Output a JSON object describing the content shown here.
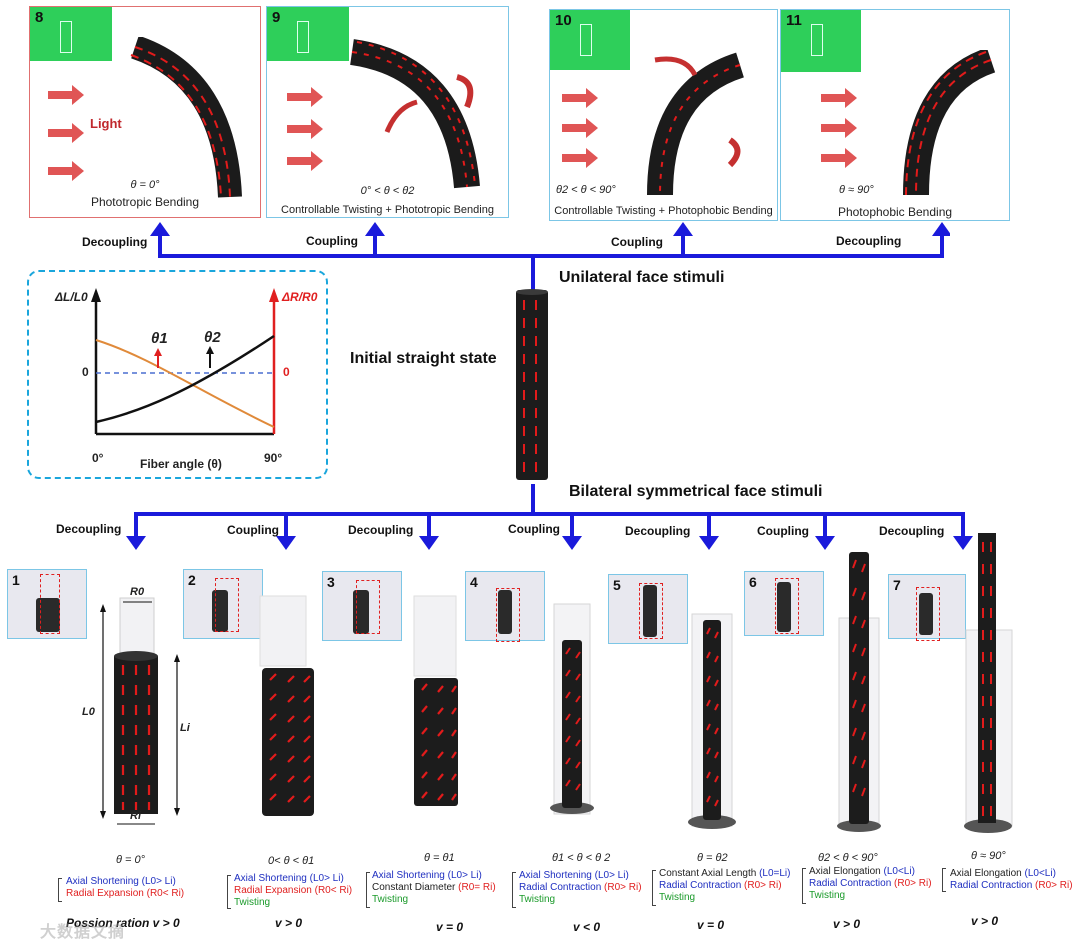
{
  "top_panels": [
    {
      "number": "8",
      "caption_theta": "θ = 0°",
      "caption": "Phototropic Bending",
      "light_label": "Light"
    },
    {
      "number": "9",
      "caption_theta": "0° < θ < θ2",
      "caption": "Controllable Twisting + Phototropic Bending"
    },
    {
      "number": "10",
      "caption_theta": "θ2 < θ < 90°",
      "caption": "Controllable Twisting + Photophobic Bending"
    },
    {
      "number": "11",
      "caption_theta": "θ ≈ 90°",
      "caption": "Photophobic Bending"
    }
  ],
  "top_links": [
    "Decoupling",
    "Coupling",
    "Coupling",
    "Decoupling"
  ],
  "unilateral_label": "Unilateral face stimuli",
  "initial_label": "Initial straight state",
  "bilateral_label": "Bilateral symmetrical face stimuli",
  "graph": {
    "y_left_label": "ΔL/L0",
    "y_right_label": "ΔR/R0",
    "zero_left": "0",
    "zero_right": "0",
    "theta1": "θ1",
    "theta2": "θ2",
    "x_start": "0°",
    "x_end": "90°",
    "x_label": "Fiber angle (θ)",
    "colors": {
      "dL": "#111111",
      "dR": "#e08a3a",
      "axis_right": "#e02020",
      "zero_line": "#4a6fd0",
      "border": "#1aa6dc"
    }
  },
  "bottom_links": [
    "Decoupling",
    "Coupling",
    "Decoupling",
    "Coupling",
    "Decoupling",
    "Coupling",
    "Decoupling"
  ],
  "bottom_panels": [
    {
      "number": "1",
      "theta": "θ = 0°",
      "props": [
        {
          "t": "Axial Shortening",
          "s": "(L0> Li)",
          "c": "b"
        },
        {
          "t": "Radial Expansion",
          "s": "(R0< Ri)",
          "c": "r"
        }
      ],
      "v": "Possion ration v > 0"
    },
    {
      "number": "2",
      "theta": "0< θ < θ1",
      "props": [
        {
          "t": "Axial Shortening",
          "s": "(L0> Li)",
          "c": "b"
        },
        {
          "t": "Radial Expansion",
          "s": "(R0< Ri)",
          "c": "r"
        },
        {
          "t": "Twisting",
          "s": "",
          "c": "g"
        }
      ],
      "v": "v > 0"
    },
    {
      "number": "3",
      "theta": "θ = θ1",
      "props": [
        {
          "t": "Axial Shortening",
          "s": "(L0> Li)",
          "c": "b"
        },
        {
          "t": "Constant Diameter",
          "s": "(R0= Ri)",
          "c": "k"
        },
        {
          "t": "Twisting",
          "s": "",
          "c": "g"
        }
      ],
      "v": "v = 0"
    },
    {
      "number": "4",
      "theta": "θ1 < θ < θ 2",
      "props": [
        {
          "t": "Axial Shortening",
          "s": "(L0> Li)",
          "c": "b"
        },
        {
          "t": "Radial Contraction",
          "s": "(R0> Ri)",
          "c": "b"
        },
        {
          "t": "Twisting",
          "s": "",
          "c": "g"
        }
      ],
      "v": "v < 0"
    },
    {
      "number": "5",
      "theta": "θ = θ2",
      "props": [
        {
          "t": "Constant Axial Length",
          "s": "(L0=Li)",
          "c": "k"
        },
        {
          "t": "Radial Contraction",
          "s": "(R0> Ri)",
          "c": "b"
        },
        {
          "t": "Twisting",
          "s": "",
          "c": "g"
        }
      ],
      "v": "v = 0"
    },
    {
      "number": "6",
      "theta": "θ2 < θ < 90°",
      "props": [
        {
          "t": "Axial Elongation",
          "s": "(L0<Li)",
          "c": "k"
        },
        {
          "t": "Radial Contraction",
          "s": "(R0> Ri)",
          "c": "b"
        },
        {
          "t": "Twisting",
          "s": "",
          "c": "g"
        }
      ],
      "v": "v > 0"
    },
    {
      "number": "7",
      "theta": "θ ≈ 90°",
      "props": [
        {
          "t": "Axial Elongation",
          "s": "(L0<Li)",
          "c": "k"
        },
        {
          "t": "Radial Contraction",
          "s": "(R0> Ri)",
          "c": "b"
        }
      ],
      "v": "v > 0"
    }
  ],
  "dimension_labels": {
    "R0": "R0",
    "Ri": "Ri",
    "L0": "L0",
    "Li": "Li"
  },
  "watermark": "大数据文摘",
  "colors": {
    "connector": "#1a1adb",
    "tube": "#1c1c1c",
    "fiber": "#e21b1b"
  }
}
